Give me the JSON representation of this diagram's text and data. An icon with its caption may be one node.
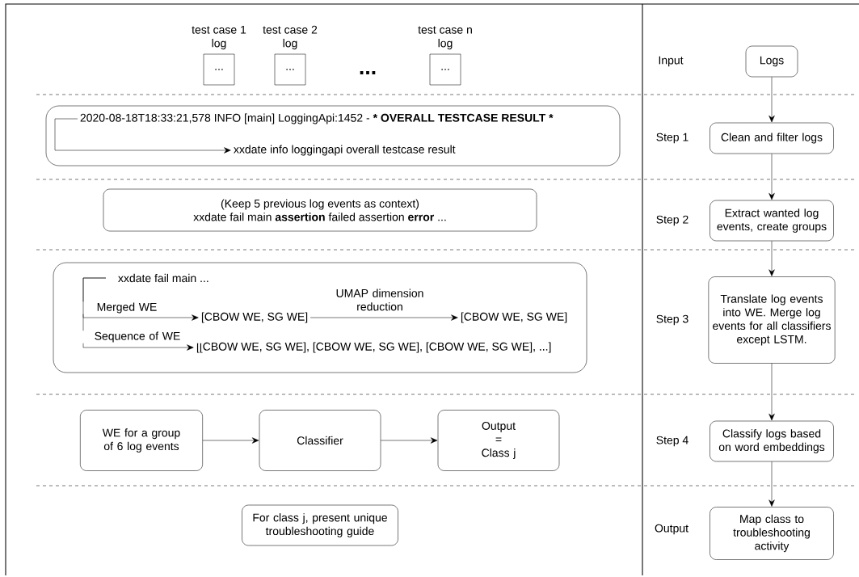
{
  "diagram": {
    "nodes": [
      {
        "text": [
          "test case 1 log",
          "..."
        ]
      },
      {
        "text": [
          "test case 2 log",
          "..."
        ]
      },
      {
        "text": [
          "test case n log",
          "..."
        ]
      },
      {
        "text": [],
        "shape": "box"
      },
      {
        "text": [
          "2020-08-18T18:33:21,578 INFO [main] LoggingApi:1452 - *** OVERALL TESTCASE RESULT ***"
        ],
        "in": 3
      },
      {
        "text": [
          "xxdate info loggingapi overall testcase result"
        ],
        "in": 3
      },
      {
        "text": [
          "(Keep 5 previous log events as context)",
          "xxdate fail main **assertion** failed assertion **error** ..."
        ]
      },
      {
        "text": [],
        "shape": "box"
      },
      {
        "text": [
          "xxdate fail main ..."
        ],
        "in": 7
      },
      {
        "text": [
          "[CBOW WE, SG WE]"
        ],
        "in": 7
      },
      {
        "text": [
          "[CBOW WE, SG WE]"
        ],
        "in": 7
      },
      {
        "text": [
          "[[CBOW WE, SG WE], [CBOW WE, SG WE], [CBOW WE, SG WE], ...]"
        ],
        "in": 7
      },
      {
        "text": [
          "WE for a group of 6 log events"
        ]
      },
      {
        "text": [
          "Classifier"
        ]
      },
      {
        "text": [
          "Output = Class j"
        ]
      },
      {
        "text": [
          "For class j, present unique troubleshooting guide"
        ]
      },
      {
        "text": [
          "Logs"
        ]
      },
      {
        "text": [
          "Clean and filter logs"
        ]
      },
      {
        "text": [
          "Extract wanted log events, create groups"
        ]
      },
      {
        "text": [
          "Translate log events into WE. Merge log events for all classifiers except LSTM."
        ]
      },
      {
        "text": [
          "Classify logs based on word embeddings"
        ]
      },
      {
        "text": [
          "Map class to troubleshooting activity"
        ]
      }
    ],
    "edges": [
      {
        "from": 4,
        "to": 5,
        "arrow": "to"
      },
      {
        "from": 8,
        "to": 9,
        "arrow": "to",
        "label": "Merged WE"
      },
      {
        "from": 8,
        "to": 11,
        "arrow": "to",
        "label": "Sequence of WE"
      },
      {
        "from": 9,
        "to": 10,
        "arrow": "to",
        "label": "UMAP dimension reduction"
      },
      {
        "from": 12,
        "to": 13,
        "arrow": "to"
      },
      {
        "from": 13,
        "to": 14,
        "arrow": "to"
      },
      {
        "from": 16,
        "to": 17,
        "arrow": "to"
      },
      {
        "from": 17,
        "to": 18,
        "arrow": "to"
      },
      {
        "from": 18,
        "to": 19,
        "arrow": "to"
      },
      {
        "from": 19,
        "to": 20,
        "arrow": "to"
      },
      {
        "from": 20,
        "to": 21,
        "arrow": "to"
      }
    ],
    "labels": [
      "...",
      "Input",
      "Step 1",
      "Step 2",
      "Step 3",
      "Step 4",
      "Output"
    ]
  }
}
